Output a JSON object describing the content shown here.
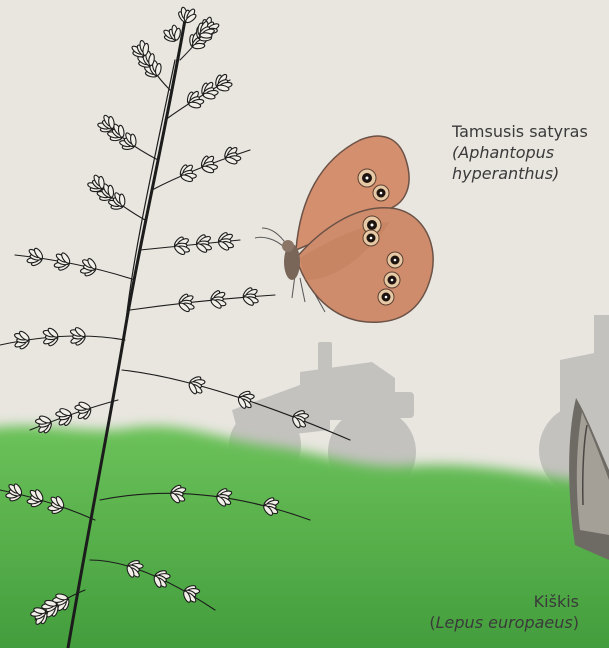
{
  "colors": {
    "background": "#e9e6e0",
    "grass": "#57b24a",
    "grass_dark": "#3f9a3a",
    "tractor_shadow": "#c4c2bf",
    "butterfly_wing": "#d48f6f",
    "stem": "#1c1c1c"
  },
  "labels": {
    "butterfly": {
      "common_name": "Tamsusis satyras",
      "latin_line1": "(Aphantopus",
      "latin_line2": "hyperanthus)"
    },
    "hare": {
      "common_name": "Kiškis",
      "latin_open": "(",
      "latin_name": "Lepus europaeus",
      "latin_close": ")"
    }
  },
  "icons": {
    "butterfly": "ringlet-butterfly-illustration",
    "grass_stem": "meadow-grass-panicle",
    "tractor": "tractor-silhouette",
    "hare": "hare-ear-partial"
  }
}
